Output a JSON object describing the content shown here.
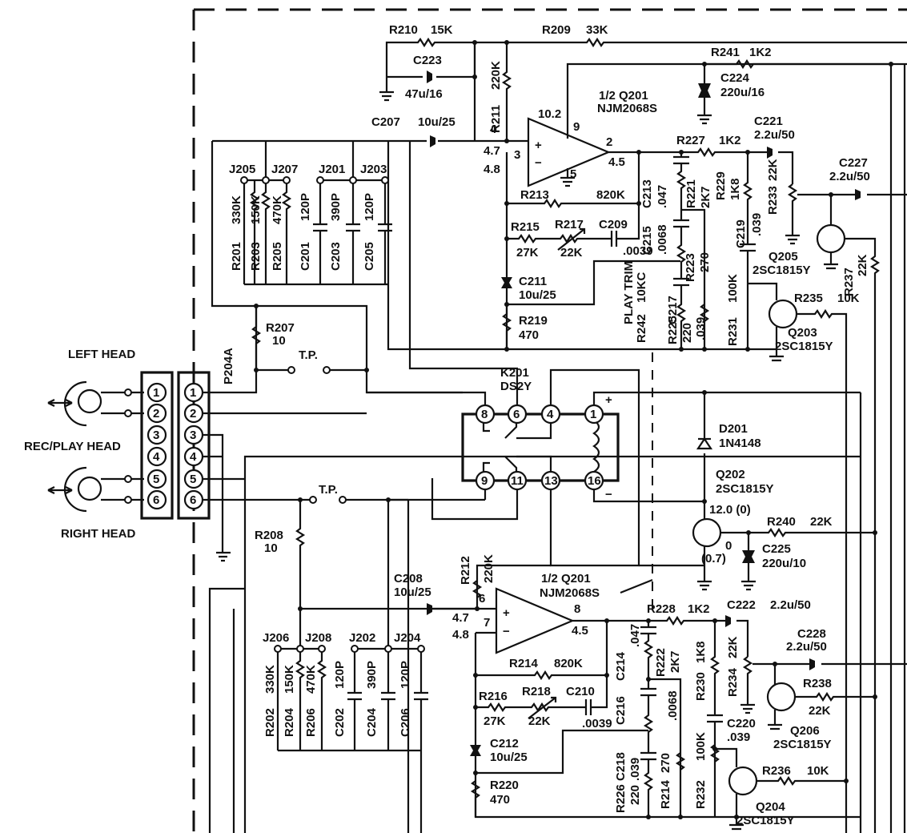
{
  "title": "Tape deck record/play head preamplifier schematic (partial)",
  "heads": {
    "left": "LEFT HEAD",
    "recplay": "REC/PLAY HEAD",
    "right": "RIGHT HEAD",
    "connector": "P204A",
    "pins_left": [
      "1",
      "2",
      "3",
      "4",
      "5",
      "6"
    ],
    "pins_right": [
      "1",
      "2",
      "3",
      "4",
      "5",
      "6"
    ]
  },
  "test_points": {
    "tp1": "T.P.",
    "tp2": "T.P."
  },
  "resistors": {
    "r207": {
      "ref": "R207",
      "val": "10"
    },
    "r208": {
      "ref": "R208",
      "val": "10"
    },
    "r210": {
      "ref": "R210",
      "val": "15K"
    },
    "r209": {
      "ref": "R209",
      "val": "33K"
    },
    "r211": {
      "ref": "R211",
      "val": "220K"
    },
    "r212": {
      "ref": "R212",
      "val": "220K"
    },
    "r213": {
      "ref": "R213",
      "val": "820K"
    },
    "r214": {
      "ref": "R214",
      "val": "820K"
    },
    "r215": {
      "ref": "R215",
      "val": "27K"
    },
    "r216": {
      "ref": "R216",
      "val": "27K"
    },
    "r217": {
      "ref": "R217",
      "val": "22K"
    },
    "r218": {
      "ref": "R218",
      "val": "22K"
    },
    "r219": {
      "ref": "R219",
      "val": "470"
    },
    "r220": {
      "ref": "R220",
      "val": "470"
    },
    "r221": {
      "ref": "R221",
      "val": "2K7"
    },
    "r222": {
      "ref": "R222",
      "val": "2K7"
    },
    "r223": {
      "ref": "R223",
      "val": "270"
    },
    "r224": {
      "ref": "R214",
      "val": "270"
    },
    "r225": {
      "ref": "R225",
      "val": "220"
    },
    "r226": {
      "ref": "R226",
      "val": "220"
    },
    "r227": {
      "ref": "R227",
      "val": "1K2"
    },
    "r228": {
      "ref": "R228",
      "val": "1K2"
    },
    "r229": {
      "ref": "R229",
      "val": "1K8"
    },
    "r230": {
      "ref": "R230",
      "val": "1K8"
    },
    "r231": {
      "ref": "R231",
      "val": "100K"
    },
    "r232": {
      "ref": "R232",
      "val": "100K"
    },
    "r233": {
      "ref": "R233",
      "val": "22K"
    },
    "r234": {
      "ref": "R234",
      "val": "22K"
    },
    "r235": {
      "ref": "R235",
      "val": "10K"
    },
    "r236": {
      "ref": "R236",
      "val": "10K"
    },
    "r237": {
      "ref": "R237",
      "val": "22K"
    },
    "r238": {
      "ref": "R238",
      "val": "22K"
    },
    "r240": {
      "ref": "R240",
      "val": "22K"
    },
    "r241": {
      "ref": "R241",
      "val": "1K2"
    },
    "r242": {
      "ref": "R242",
      "val": "10KC",
      "note": "PLAY TRIM"
    },
    "r201": {
      "ref": "R201",
      "val": "330K"
    },
    "r202": {
      "ref": "R202",
      "val": "330K"
    },
    "r203": {
      "ref": "R203",
      "val": "150K"
    },
    "r204": {
      "ref": "R204",
      "val": "150K"
    },
    "r205": {
      "ref": "R205",
      "val": "470K"
    },
    "r206": {
      "ref": "R206",
      "val": "470K"
    }
  },
  "capacitors": {
    "c201": {
      "ref": "C201",
      "val": "120P"
    },
    "c202": {
      "ref": "C202",
      "val": "120P"
    },
    "c203": {
      "ref": "C203",
      "val": "390P"
    },
    "c204": {
      "ref": "C204",
      "val": "390P"
    },
    "c205": {
      "ref": "C205",
      "val": "120P"
    },
    "c206": {
      "ref": "C206",
      "val": "120P"
    },
    "c207": {
      "ref": "C207",
      "val": "10u/25"
    },
    "c208": {
      "ref": "C208",
      "val": "10u/25"
    },
    "c209": {
      "ref": "C209",
      "val": ".0039"
    },
    "c210": {
      "ref": "C210",
      "val": ".0039"
    },
    "c211": {
      "ref": "C211",
      "val": "10u/25"
    },
    "c212": {
      "ref": "C212",
      "val": "10u/25"
    },
    "c213": {
      "ref": "C213",
      "val": ".047"
    },
    "c214": {
      "ref": "C214",
      "val": ".047"
    },
    "c215": {
      "ref": "C215",
      "val": ".0068"
    },
    "c216": {
      "ref": "C216",
      "val": ".0068"
    },
    "c217": {
      "ref": "C217",
      "val": ".039"
    },
    "c218": {
      "ref": "C218",
      "val": ".039"
    },
    "c219": {
      "ref": "C219",
      "val": ".039"
    },
    "c220": {
      "ref": "C220",
      "val": ".039"
    },
    "c221": {
      "ref": "C221",
      "val": "2.2u/50"
    },
    "c222": {
      "ref": "C222",
      "val": "2.2u/50"
    },
    "c223": {
      "ref": "C223",
      "val": "47u/16"
    },
    "c224": {
      "ref": "C224",
      "val": "220u/16"
    },
    "c225": {
      "ref": "C225",
      "val": "220u/10"
    },
    "c227": {
      "ref": "C227",
      "val": "2.2u/50"
    },
    "c228": {
      "ref": "C228",
      "val": "2.2u/50"
    }
  },
  "jumpers": [
    "J205",
    "J207",
    "J201",
    "J203",
    "J206",
    "J208",
    "J202",
    "J204"
  ],
  "opamps": {
    "top": {
      "name": "1/2  Q201",
      "part": "NJM2068S",
      "pin_plus": "4",
      "pin_minus": "3",
      "pin_out": "2",
      "pin_vcc": "9",
      "pin_gnd": "5",
      "v_vcc": "10.2",
      "v_in1": "4.7",
      "v_in2": "4.8",
      "v_out": "4.5"
    },
    "bottom": {
      "name": "1/2  Q201",
      "part": "NJM2068S",
      "pin_plus": "6",
      "pin_minus": "7",
      "pin_out": "8",
      "v_in1": "4.7",
      "v_in2": "4.8",
      "v_out": "4.5"
    }
  },
  "relay": {
    "ref": "K201",
    "part": "DS2Y",
    "pins": [
      "8",
      "6",
      "4",
      "1",
      "9",
      "11",
      "13",
      "16"
    ],
    "plus": "+",
    "minus": "−"
  },
  "diode": {
    "ref": "D201",
    "part": "1N4148"
  },
  "transistors": {
    "q202": {
      "ref": "Q202",
      "part": "2SC1815Y",
      "vc": "12.0 (0)",
      "vb": "0",
      "ve": "(0.7)"
    },
    "q203": {
      "ref": "Q203",
      "part": "2SC1815Y"
    },
    "q204": {
      "ref": "Q204",
      "part": "2SC1815Y"
    },
    "q205": {
      "ref": "Q205",
      "part": "2SC1815Y"
    },
    "q206": {
      "ref": "Q206",
      "part": "2SC1815Y"
    }
  }
}
